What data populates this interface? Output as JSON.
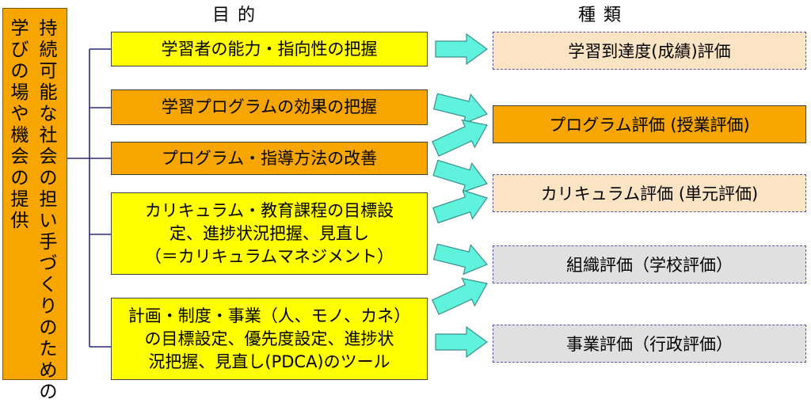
{
  "headers": {
    "purpose": "目的",
    "type": "種類"
  },
  "root": {
    "col_right": "持続可能な社会の担い手づくりのための",
    "col_left": "学びの場や機会の提供"
  },
  "purposes": [
    {
      "id": "p1",
      "lines": [
        "学習者の能力・指向性の把握"
      ]
    },
    {
      "id": "p2",
      "lines": [
        "学習プログラムの効果の把握"
      ]
    },
    {
      "id": "p3",
      "lines": [
        "プログラム・指導方法の改善"
      ]
    },
    {
      "id": "p4",
      "lines": [
        "カリキュラム・教育課程の目標設",
        "定、進捗状況把握、見直し",
        "（＝カリキュラムマネジメント）"
      ]
    },
    {
      "id": "p5",
      "lines": [
        "計画・制度・事業（人、モノ、カネ）",
        "の目標設定、優先度設定、進捗状",
        "況把握、見直し(PDCA)のツール"
      ]
    }
  ],
  "types": [
    {
      "id": "t1",
      "label": "学習到達度(成績)評価"
    },
    {
      "id": "t2",
      "label": "プログラム評価 (授業評価)"
    },
    {
      "id": "t3",
      "label": "カリキュラム評価 (単元評価)"
    },
    {
      "id": "t4",
      "label": "組織評価（学校評価）"
    },
    {
      "id": "t5",
      "label": "事業評価（行政評価）"
    }
  ],
  "colors": {
    "yellow": "#ffff00",
    "orange": "#f7a600",
    "cream": "#fbe4c4",
    "grey": "#e0e0e0",
    "arrow": "#5ff2dc",
    "connector": "#2a2a7a"
  }
}
